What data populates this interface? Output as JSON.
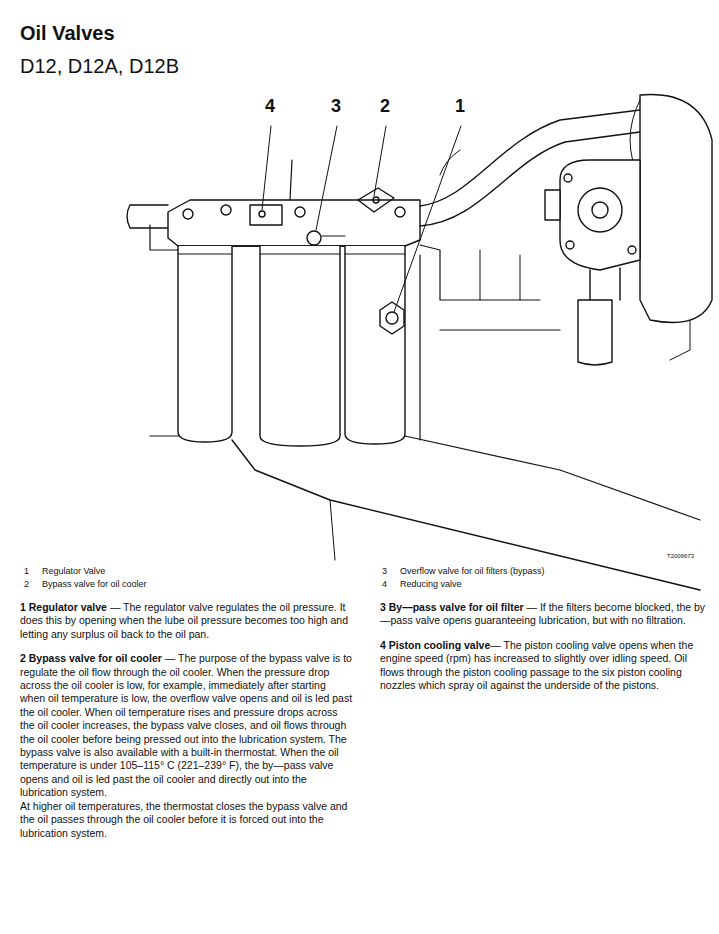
{
  "diagram": {
    "title": "Oil Valves",
    "labels": [
      "D12, D12A, D12B",
      "4",
      "3",
      "2",
      "1",
      "T2006673",
      "1",
      "Regulator Valve",
      "2",
      "Bypass valve for oil cooler",
      "3",
      "Overflow valve for oil filters (bypass)",
      "4",
      "Reducing valve",
      "1 Regulator valve",
      "— The regulator valve regulates the oil pressure. It does this by opening when the lube oil pressure becomes too high and letting any surplus oil back to the oil pan.",
      "2 Bypass valve for oil cooler",
      "— The purpose of the bypass valve is to regulate the oil flow through the oil cooler. When the pressure drop across the oil cooler is low, for example, immediately after starting when oil temperature is low, the overflow valve opens and oil is led past the oil cooler. When oil temperature rises and pressure drops across the oil cooler increases, the bypass valve closes, and oil flows through the oil cooler before being pressed out into the lubrication system. The bypass valve is also available with a built-in thermostat. When the oil temperature is under 105–115° C (221–239° F), the by—pass valve opens and oil is led past the oil cooler and directly out into the lubrication system.",
      "At higher oil temperatures, the thermostat closes the bypass valve and the oil passes through the oil cooler before it is forced out into the lubrication system.",
      "3 By—pass valve for oil filter",
      "— If the filters become blocked, the by—pass valve opens guaranteeing lubrication, but with no filtration.",
      "4 Piston cooling valve",
      "— The piston cooling valve opens when the engine speed (rpm) has increased to slightly over idling speed. Oil flows through the piston cooling passage to the six piston cooling nozzles which spray oil against the underside of the pistons."
    ]
  }
}
